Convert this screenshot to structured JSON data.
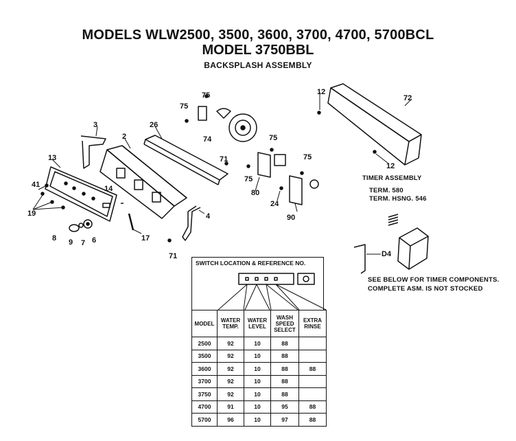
{
  "header": {
    "line1": "MODELS WLW2500, 3500, 3600, 3700, 4700, 5700BCL",
    "line2": "MODEL 3750BBL",
    "line3": "BACKSPLASH ASSEMBLY"
  },
  "part_labels": {
    "p2": "2",
    "p3": "3",
    "p4": "4",
    "p6": "6",
    "p7": "7",
    "p8": "8",
    "p9": "9",
    "p12a": "12",
    "p12b": "12",
    "p13": "13",
    "p14": "14",
    "p17": "17",
    "p19": "19",
    "p24": "24",
    "p26": "26",
    "p41": "41",
    "p71a": "71",
    "p71b": "71",
    "p72": "72",
    "p74": "74",
    "p75a": "75",
    "p75b": "75",
    "p75c": "75",
    "p75d": "75",
    "p75e": "75",
    "p80": "80",
    "p90": "90",
    "pD4": "D4"
  },
  "notes": {
    "timer_assembly": "TIMER ASSEMBLY",
    "term_580": "TERM. 580",
    "term_hsng": "TERM. HSNG. 546",
    "see_below": "SEE BELOW FOR TIMER COMPONENTS.",
    "complete_asm": "COMPLETE ASM. IS NOT STOCKED"
  },
  "switch_table": {
    "title": "SWITCH LOCATION & REFERENCE NO.",
    "headers": [
      "MODEL",
      "WATER TEMP.",
      "WATER LEVEL",
      "WASH SPEED SELECT",
      "EXTRA RINSE"
    ],
    "rows": [
      [
        "2500",
        "92",
        "10",
        "88",
        ""
      ],
      [
        "3500",
        "92",
        "10",
        "88",
        ""
      ],
      [
        "3600",
        "92",
        "10",
        "88",
        "88"
      ],
      [
        "3700",
        "92",
        "10",
        "88",
        ""
      ],
      [
        "3750",
        "92",
        "10",
        "88",
        ""
      ],
      [
        "4700",
        "91",
        "10",
        "95",
        "88"
      ],
      [
        "5700",
        "96",
        "10",
        "97",
        "88"
      ]
    ]
  }
}
